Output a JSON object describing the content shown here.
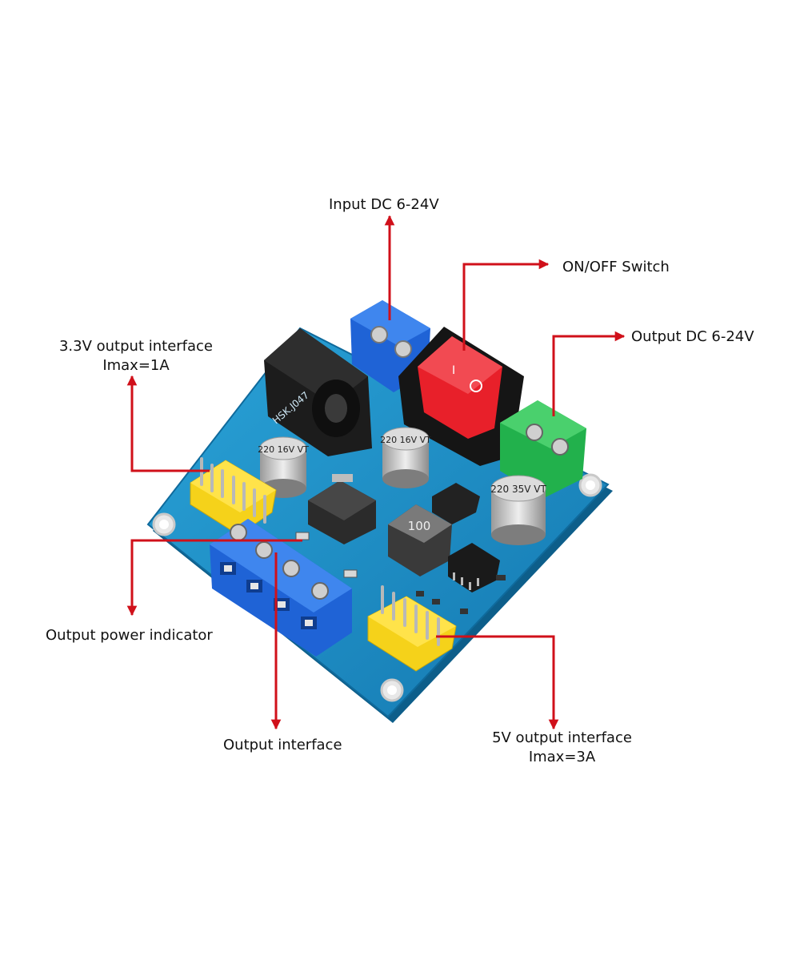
{
  "labels": {
    "input_dc": "Input DC 6-24V",
    "on_off": "ON/OFF Switch",
    "output_dc": "Output DC 6-24V",
    "v33_line1": "3.3V output interface",
    "v33_line2": "Imax=1A",
    "power_indicator": "Output power indicator",
    "output_interface": "Output interface",
    "v5_line1": "5V output interface",
    "v5_line2": "Imax=3A"
  },
  "components": {
    "cap_left": "220 16V VT",
    "cap_mid": "220 16V VT",
    "cap_right": "220 35V VT",
    "inductor": "100",
    "board_mark": "HSK.J047"
  },
  "colors": {
    "arrow": "#d0101a",
    "pcb": "#1a8fc8",
    "terminal_blue": "#1f63d6",
    "terminal_green": "#22b14c",
    "header_yellow": "#f5d21a",
    "switch_red": "#e8202a"
  }
}
